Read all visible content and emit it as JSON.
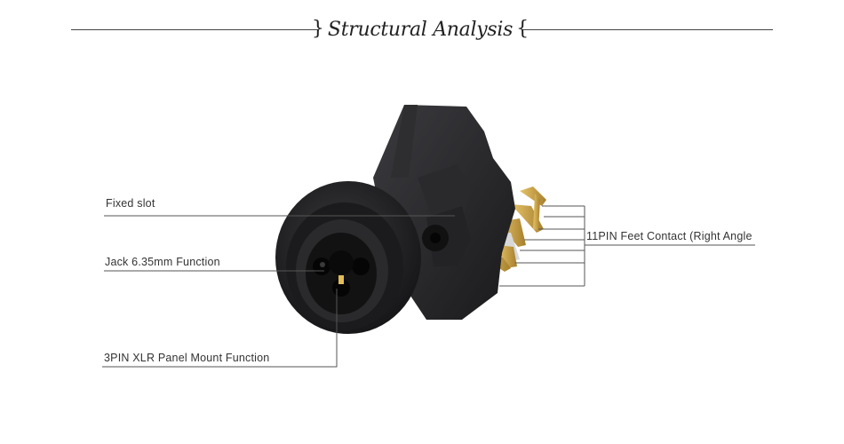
{
  "header": {
    "title": "Structural Analysis",
    "left_bracket": "}",
    "right_bracket": "{"
  },
  "callouts": {
    "fixed_slot": "Fixed slot",
    "jack": "Jack 6.35mm Function",
    "xlr": "3PIN XLR Panel Mount Function",
    "pins": "11PIN Feet Contact (Right Angle"
  },
  "product": {
    "name": "xlr-jack-combo-connector-photo",
    "body_color": "#1c1c1e",
    "pin_color": "#c9a24a"
  }
}
